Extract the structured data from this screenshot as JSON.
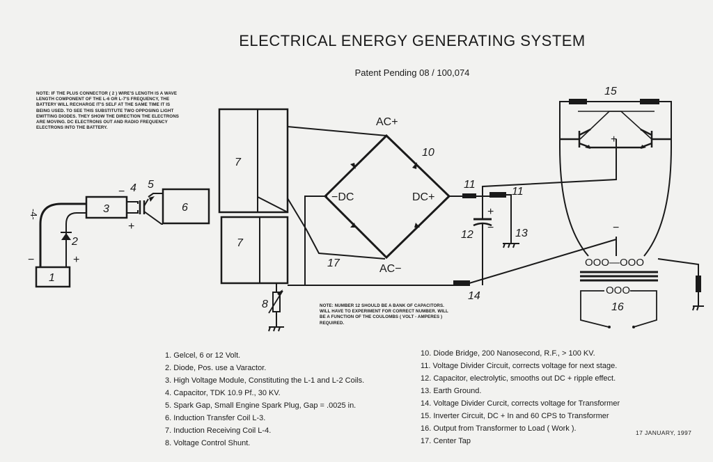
{
  "title": "ELECTRICAL ENERGY GENERATING SYSTEM",
  "subtitle": "Patent Pending  08 / 100,074",
  "note_top": "NOTE: IF THE PLUS CONNECTOR ( 2 ) WIRE'S LENGTH IS A WAVE LENGTH COMPONENT OF THE L-6 OR L-7's FREQUENCY, THE BATTERY WILL RECHARGE IT'S SELF AT THE SAME TIME IT IS BEING USED. TO SEE THIS SUBSTITUTE TWO OPPOSING LIGHT EMITTING DIODES. THEY SHOW THE DIRECTION THE ELECTRONS ARE MOVING. DC ELECTRONS OUT AND RADIO FREQUENCY ELECTRONS INTO THE BATTERY.",
  "note_bottom": "NOTE: NUMBER 12 SHOULD BE A BANK OF CAPACITORS. WILL HAVE TO EXPERIMENT FOR CORRECT NUMBER. WILL BE A FUNCTION OF THE COULOMBS ( VOLT - AMPERES ) REQUIRED.",
  "diagram_labels": {
    "n1": "1",
    "n2": "2",
    "n3": "3",
    "n4": "4",
    "n5": "5",
    "n6": "6",
    "n7a": "7",
    "n7b": "7",
    "n8": "8",
    "n10": "10",
    "n11a": "11",
    "n11b": "11",
    "n12": "12",
    "n13": "13",
    "n14": "14",
    "n15": "15",
    "n16": "16",
    "n17": "17",
    "ac_plus": "AC+",
    "ac_minus": "AC−",
    "dc_minus": "−DC",
    "dc_plus": "DC+",
    "minus_batt": "−",
    "plus_batt": "+",
    "minus_mod": "−",
    "plus_mod": "+",
    "plus_cap": "+",
    "minus_cap": "−",
    "plus_inv": "+",
    "minus_inv": "−",
    "coil_top": "OOO—OOO",
    "coil_bottom": "OOO",
    "side_wire": "-4-"
  },
  "legend_left": [
    "1. Gelcel, 6 or 12 Volt.",
    "2. Diode, Pos. use a Varactor.",
    "3. High Voltage Module, Constituting the L-1 and L-2 Coils.",
    "4. Capacitor, TDK 10.9 Pf., 30 KV.",
    "5. Spark Gap, Small Engine Spark Plug, Gap = .0025 in.",
    "6. Induction Transfer Coil L-3.",
    "7. Induction Receiving Coil L-4.",
    "8. Voltage Control Shunt."
  ],
  "legend_right": [
    "10. Diode Bridge, 200 Nanosecond, R.F., > 100 KV.",
    "11. Voltage Divider Circuit, corrects voltage for next stage.",
    "12. Capacitor, electrolytic, smooths out DC + ripple effect.",
    "13. Earth Ground.",
    "14. Voltage Divider Curcit, corrects voltage for Transformer",
    "15. Inverter Circuit, DC + In and 60 CPS  to Transformer",
    "16. Output from Transformer to Load ( Work ).",
    "17.  Center Tap"
  ],
  "date": "17 JANUARY, 1997"
}
